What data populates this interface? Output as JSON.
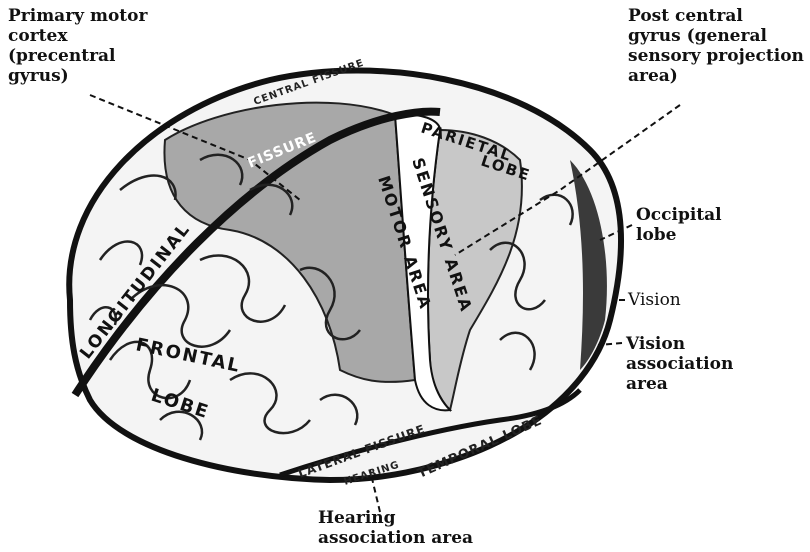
{
  "callouts": {
    "primary_motor": "Primary motor\ncortex\n(precentral\ngyrus)",
    "post_central": "Post central\ngyrus (general\nsensory projection\narea)",
    "occipital": "Occipital\nlobe",
    "vision": "Vision",
    "vision_association": "Vision\nassociation\narea",
    "hearing_association": "Hearing\nassociation area"
  },
  "brain_labels": {
    "longitudinal": "LONGITUDINAL",
    "fissure": "FISSURE",
    "central_fissure": "CENTRAL FISSURE",
    "frontal": "FRONTAL",
    "lobe_frontal": "LOBE",
    "motor_area": "MOTOR AREA",
    "sensory_area": "SENSORY AREA",
    "parietal": "PARIETAL",
    "lobe_parietal": "LOBE",
    "lateral_fissure": "LATERAL FISSURE",
    "temporal_lobe": "TEMPORAL LOBE",
    "hearing": "HEARING"
  }
}
